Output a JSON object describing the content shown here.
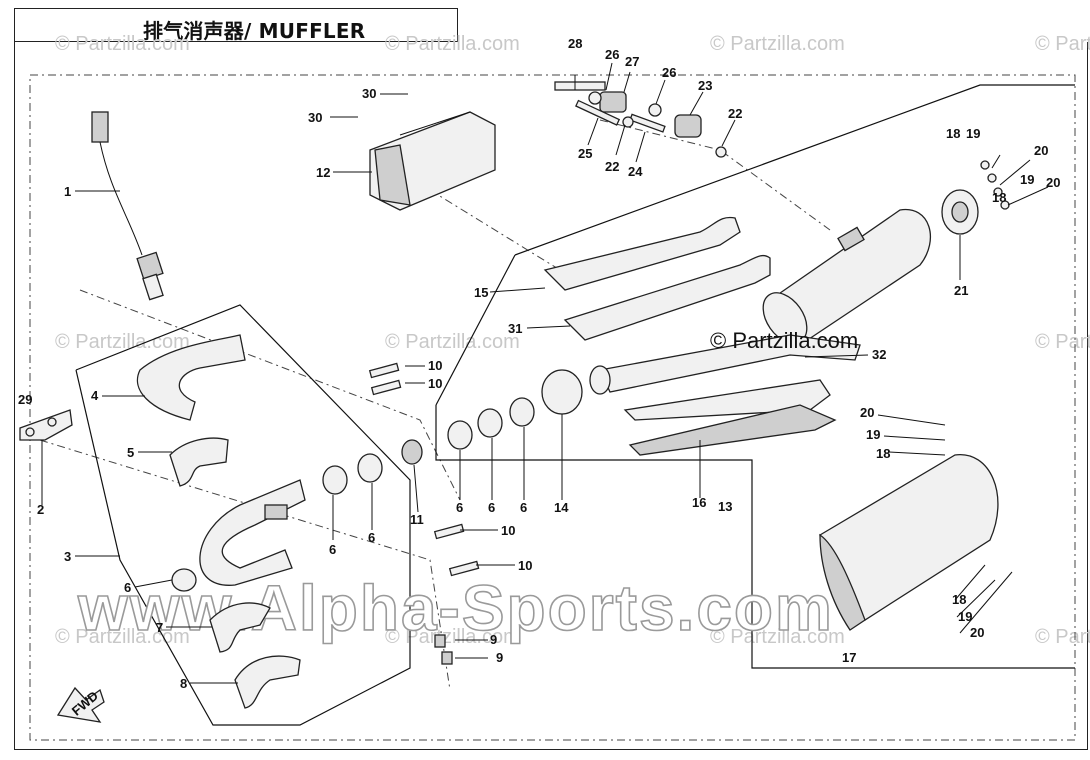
{
  "title": "排气消声器/ MUFFLER",
  "watermarks": {
    "partzilla": "© Partzilla.com",
    "brand": "© Partzilla.com",
    "alpha": "www.Alpha-Sports.com"
  },
  "fwd_label": "FWD",
  "callouts": [
    {
      "id": "c1",
      "text": "1"
    },
    {
      "id": "c2",
      "text": "2"
    },
    {
      "id": "c3",
      "text": "3"
    },
    {
      "id": "c4",
      "text": "4"
    },
    {
      "id": "c5",
      "text": "5"
    },
    {
      "id": "c6a",
      "text": "6"
    },
    {
      "id": "c6b",
      "text": "6"
    },
    {
      "id": "c6c",
      "text": "6"
    },
    {
      "id": "c6d",
      "text": "6"
    },
    {
      "id": "c6e",
      "text": "6"
    },
    {
      "id": "c6f",
      "text": "6"
    },
    {
      "id": "c7",
      "text": "7"
    },
    {
      "id": "c8",
      "text": "8"
    },
    {
      "id": "c9a",
      "text": "9"
    },
    {
      "id": "c9b",
      "text": "9"
    },
    {
      "id": "c10a",
      "text": "10"
    },
    {
      "id": "c10b",
      "text": "10"
    },
    {
      "id": "c10c",
      "text": "10"
    },
    {
      "id": "c10d",
      "text": "10"
    },
    {
      "id": "c11",
      "text": "11"
    },
    {
      "id": "c12",
      "text": "12"
    },
    {
      "id": "c13",
      "text": "13"
    },
    {
      "id": "c14",
      "text": "14"
    },
    {
      "id": "c15",
      "text": "15"
    },
    {
      "id": "c16",
      "text": "16"
    },
    {
      "id": "c17",
      "text": "17"
    },
    {
      "id": "c18a",
      "text": "18"
    },
    {
      "id": "c18b",
      "text": "18"
    },
    {
      "id": "c18c",
      "text": "18"
    },
    {
      "id": "c18d",
      "text": "18"
    },
    {
      "id": "c19a",
      "text": "19"
    },
    {
      "id": "c19b",
      "text": "19"
    },
    {
      "id": "c19c",
      "text": "19"
    },
    {
      "id": "c19d",
      "text": "19"
    },
    {
      "id": "c20a",
      "text": "20"
    },
    {
      "id": "c20b",
      "text": "20"
    },
    {
      "id": "c20c",
      "text": "20"
    },
    {
      "id": "c20d",
      "text": "20"
    },
    {
      "id": "c21",
      "text": "21"
    },
    {
      "id": "c22a",
      "text": "22"
    },
    {
      "id": "c22b",
      "text": "22"
    },
    {
      "id": "c23",
      "text": "23"
    },
    {
      "id": "c24",
      "text": "24"
    },
    {
      "id": "c25",
      "text": "25"
    },
    {
      "id": "c26a",
      "text": "26"
    },
    {
      "id": "c26b",
      "text": "26"
    },
    {
      "id": "c27",
      "text": "27"
    },
    {
      "id": "c28",
      "text": "28"
    },
    {
      "id": "c29",
      "text": "29"
    },
    {
      "id": "c30a",
      "text": "30"
    },
    {
      "id": "c30b",
      "text": "30"
    },
    {
      "id": "c31",
      "text": "31"
    },
    {
      "id": "c32",
      "text": "32"
    }
  ]
}
